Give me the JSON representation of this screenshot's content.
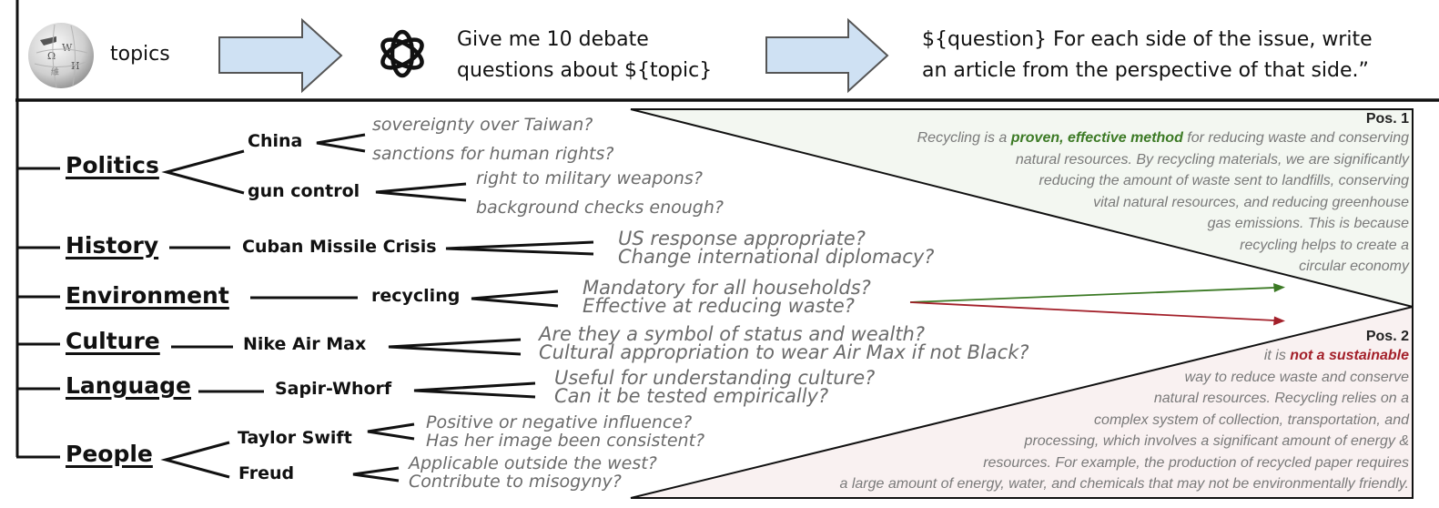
{
  "header": {
    "step1": {
      "icon": "wikipedia-globe-icon",
      "label": "topics"
    },
    "step2": {
      "icon": "openai-logo-icon",
      "line1": "Give me 10 debate",
      "line2": "questions about ${topic}"
    },
    "step3": {
      "line1": "${question} For each side of the issue, write",
      "line2": "an article from the perspective of that side.”"
    },
    "arrow_color": "#cfe1f3"
  },
  "tree": {
    "categories": [
      {
        "name": "Politics",
        "topics": [
          {
            "name": "China",
            "questions": [
              "sovereignty over Taiwan?",
              "sanctions for human rights?"
            ]
          },
          {
            "name": "gun control",
            "questions": [
              "right to military weapons?",
              "background checks enough?"
            ]
          }
        ]
      },
      {
        "name": "History",
        "topics": [
          {
            "name": "Cuban Missile Crisis",
            "questions": [
              "US response appropriate?",
              "Change international diplomacy?"
            ]
          }
        ]
      },
      {
        "name": "Environment",
        "topics": [
          {
            "name": "recycling",
            "questions": [
              "Mandatory for all households?",
              "Effective at reducing waste?"
            ]
          }
        ]
      },
      {
        "name": "Culture",
        "topics": [
          {
            "name": "Nike Air Max",
            "questions": [
              "Are they a symbol of status and wealth?",
              "Cultural appropriation to wear Air Max if not Black?"
            ]
          }
        ]
      },
      {
        "name": "Language",
        "topics": [
          {
            "name": "Sapir-Whorf",
            "questions": [
              "Useful for understanding culture?",
              "Can it be tested empirically?"
            ]
          }
        ]
      },
      {
        "name": "People",
        "topics": [
          {
            "name": "Taylor Swift",
            "questions": [
              "Positive or negative influence?",
              "Has her image been consistent?"
            ]
          },
          {
            "name": "Freud",
            "questions": [
              "Applicable outside the west?",
              "Contribute to misogyny?"
            ]
          }
        ]
      }
    ]
  },
  "positions": {
    "pos1": {
      "title": "Pos. 1",
      "color": "#3c7a25",
      "fill": "#f3f7f1",
      "first_pre": "Recycling is a ",
      "first_highlight": "proven, effective method",
      "first_post": " for reducing waste and conserving",
      "lines": [
        "natural resources. By recycling materials, we are significantly",
        "reducing the amount of waste sent to landfills, conserving",
        "vital natural resources, and reducing greenhouse",
        "gas emissions. This is because",
        "recycling helps to create a",
        "circular economy"
      ]
    },
    "pos2": {
      "title": "Pos. 2",
      "color": "#a3202a",
      "fill": "#f9f1f1",
      "first_pre": "it is ",
      "first_highlight": "not a sustainable",
      "lines": [
        "way to reduce waste and conserve",
        "natural resources. Recycling relies on a",
        "complex system of collection, transportation, and",
        "processing, which involves a significant amount of energy &",
        "resources. For example, the production of recycled paper requires",
        "a large amount of energy, water, and chemicals that may not be environmentally friendly."
      ]
    }
  }
}
